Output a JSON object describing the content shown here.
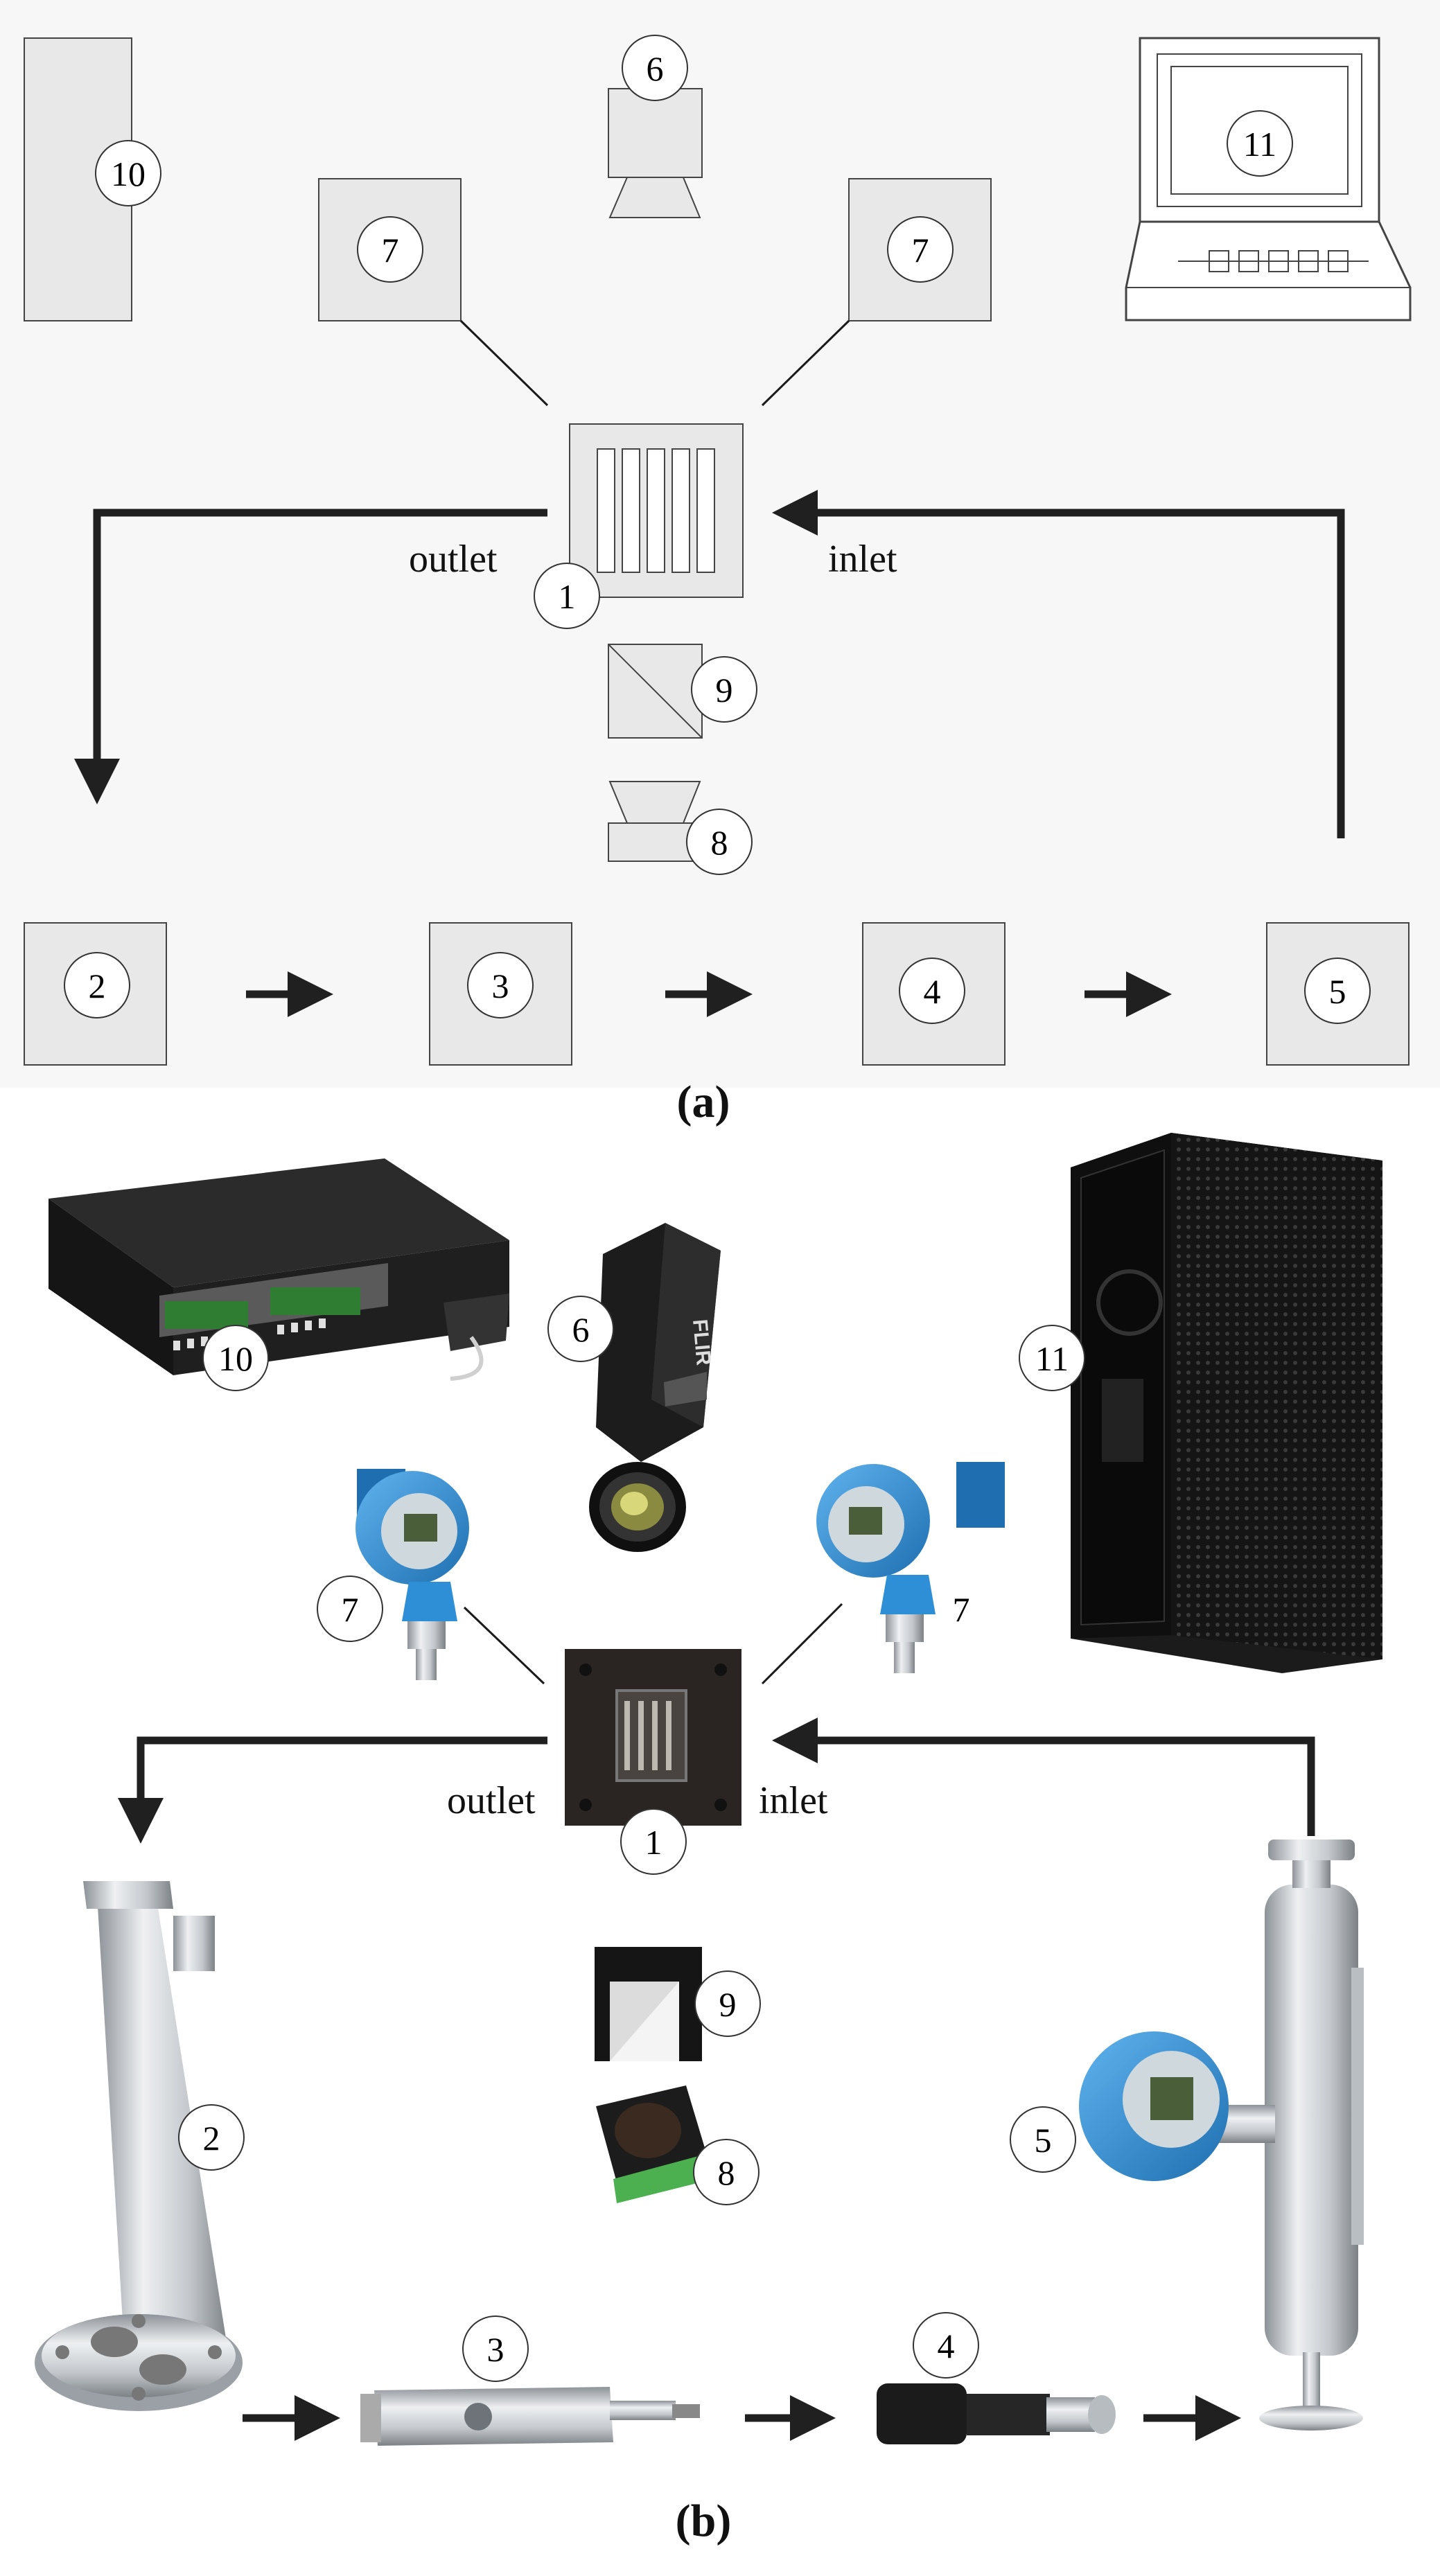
{
  "panels": {
    "a": {
      "caption": "(a)",
      "outlet_text": "outlet",
      "inlet_text": "inlet",
      "numbers": {
        "n1": "1",
        "n2": "2",
        "n3": "3",
        "n4": "4",
        "n5": "5",
        "n6": "6",
        "n7_left": "7",
        "n7_right": "7",
        "n8": "8",
        "n9": "9",
        "n10": "10",
        "n11": "11"
      }
    },
    "b": {
      "caption": "(b)",
      "outlet_text": "outlet",
      "inlet_text": "inlet",
      "flir_logo_text": "FLIR",
      "numbers": {
        "n1": "1",
        "n2": "2",
        "n3": "3",
        "n4": "4",
        "n5": "5",
        "n6": "6",
        "n7_left": "7",
        "n7_right": "7",
        "n8": "8",
        "n9": "9",
        "n10": "10",
        "n11": "11"
      }
    }
  },
  "colors": {
    "box_fill": "#e8e8e8",
    "line": "#1a1a1a",
    "arrow": "#202020",
    "background_a": "#f7f7f7",
    "transmitter_blue": "#2f8fd6",
    "steel": "#c9cdd1",
    "black_device": "#1b1b1b"
  },
  "icons": {
    "computer_a": "laptop-icon",
    "computer_b": "pc-tower-icon",
    "camera": "thermal-camera-icon",
    "transmitter": "pressure-transmitter-icon"
  }
}
